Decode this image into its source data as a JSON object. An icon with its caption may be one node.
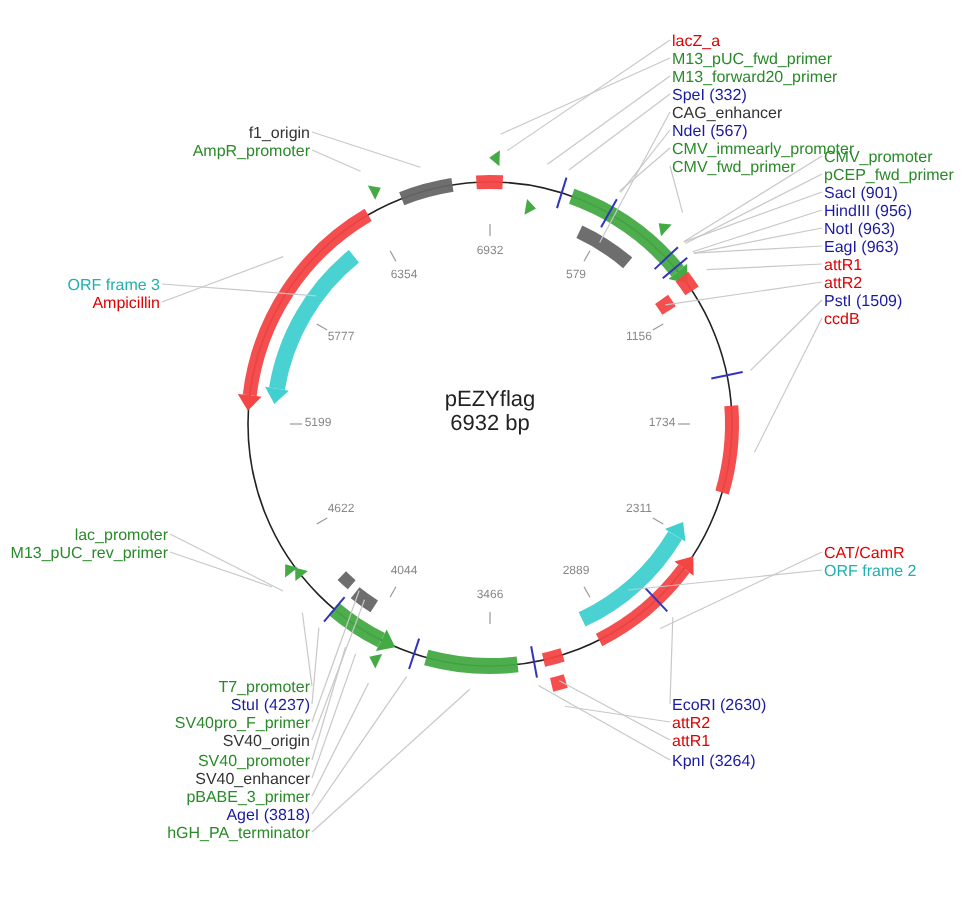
{
  "diagram": {
    "nodes": [
      {
        "text": [
          "lacZ_a"
        ]
      },
      {
        "text": [
          "M13_pUC_fwd_primer"
        ]
      },
      {
        "text": [
          "M13_forward20_primer"
        ]
      },
      {
        "text": [
          "SpeI (332)"
        ]
      },
      {
        "text": [
          "CAG_enhancer"
        ]
      },
      {
        "text": [
          "NdeI (567)"
        ]
      },
      {
        "text": [
          "CMV_immearly_promoter"
        ]
      },
      {
        "text": [
          "CMV_fwd_primer"
        ]
      },
      {
        "text": [
          "CMV_promoter"
        ]
      },
      {
        "text": [
          "pCEP_fwd_primer"
        ]
      },
      {
        "text": [
          "SacI (901)"
        ]
      },
      {
        "text": [
          "HindIII (956)"
        ]
      },
      {
        "text": [
          "NotI (963)"
        ]
      },
      {
        "text": [
          "EagI (963)"
        ]
      },
      {
        "text": [
          "attR1"
        ]
      },
      {
        "text": [
          "attR2"
        ]
      },
      {
        "text": [
          "PstI (1509)"
        ]
      },
      {
        "text": [
          "ccdB"
        ]
      },
      {
        "text": [
          "f1_origin"
        ]
      },
      {
        "text": [
          "AmpR_promoter"
        ]
      },
      {
        "text": [
          "ORF frame 3"
        ]
      },
      {
        "text": [
          "Ampicillin"
        ]
      },
      {
        "text": [
          "CAT/CamR"
        ]
      },
      {
        "text": [
          "ORF frame 2"
        ]
      },
      {
        "text": [
          "lac_promoter"
        ]
      },
      {
        "text": [
          "M13_pUC_rev_primer"
        ]
      },
      {
        "text": [
          "T7_promoter"
        ]
      },
      {
        "text": [
          "StuI (4237)"
        ]
      },
      {
        "text": [
          "SV40pro_F_primer"
        ]
      },
      {
        "text": [
          "SV40_origin"
        ]
      },
      {
        "text": [
          "SV40_promoter"
        ]
      },
      {
        "text": [
          "SV40_enhancer"
        ]
      },
      {
        "text": [
          "pBABE_3_primer"
        ]
      },
      {
        "text": [
          "AgeI (3818)"
        ]
      },
      {
        "text": [
          "hGH_PA_terminator"
        ]
      },
      {
        "text": [
          "EcoRI (2630)"
        ]
      },
      {
        "text": [
          "attR2"
        ]
      },
      {
        "text": [
          "attR1"
        ]
      },
      {
        "text": [
          "KpnI (3264)"
        ]
      }
    ],
    "edges": [
      {
        "from": 0,
        "to": null,
        "arrow": "none"
      },
      {
        "from": 1,
        "to": null,
        "arrow": "none"
      },
      {
        "from": 2,
        "to": null,
        "arrow": "none"
      },
      {
        "from": 3,
        "to": null,
        "arrow": "none"
      },
      {
        "from": 4,
        "to": null,
        "arrow": "none"
      },
      {
        "from": 5,
        "to": null,
        "arrow": "none"
      },
      {
        "from": 6,
        "to": null,
        "arrow": "none"
      },
      {
        "from": 7,
        "to": null,
        "arrow": "none"
      },
      {
        "from": 8,
        "to": null,
        "arrow": "none"
      },
      {
        "from": 9,
        "to": null,
        "arrow": "none"
      },
      {
        "from": 10,
        "to": null,
        "arrow": "none"
      },
      {
        "from": 11,
        "to": null,
        "arrow": "none"
      },
      {
        "from": 12,
        "to": null,
        "arrow": "none"
      },
      {
        "from": 13,
        "to": null,
        "arrow": "none"
      },
      {
        "from": 14,
        "to": null,
        "arrow": "none"
      },
      {
        "from": 15,
        "to": null,
        "arrow": "none"
      },
      {
        "from": 16,
        "to": null,
        "arrow": "none"
      },
      {
        "from": 17,
        "to": null,
        "arrow": "none"
      },
      {
        "from": 18,
        "to": null,
        "arrow": "none"
      },
      {
        "from": 19,
        "to": null,
        "arrow": "none"
      },
      {
        "from": 20,
        "to": null,
        "arrow": "none"
      },
      {
        "from": 21,
        "to": null,
        "arrow": "none"
      },
      {
        "from": 22,
        "to": null,
        "arrow": "none"
      },
      {
        "from": 23,
        "to": null,
        "arrow": "none"
      },
      {
        "from": 24,
        "to": null,
        "arrow": "none"
      },
      {
        "from": 25,
        "to": null,
        "arrow": "none"
      },
      {
        "from": 26,
        "to": null,
        "arrow": "none"
      },
      {
        "from": 27,
        "to": null,
        "arrow": "none"
      },
      {
        "from": 28,
        "to": null,
        "arrow": "none"
      },
      {
        "from": 29,
        "to": null,
        "arrow": "none"
      },
      {
        "from": 30,
        "to": null,
        "arrow": "none"
      },
      {
        "from": 31,
        "to": null,
        "arrow": "none"
      },
      {
        "from": 32,
        "to": null,
        "arrow": "none"
      },
      {
        "from": 33,
        "to": null,
        "arrow": "none"
      },
      {
        "from": 34,
        "to": null,
        "arrow": "none"
      },
      {
        "from": 35,
        "to": null,
        "arrow": "none"
      },
      {
        "from": 36,
        "to": null,
        "arrow": "none"
      },
      {
        "from": 37,
        "to": null,
        "arrow": "none"
      },
      {
        "from": 38,
        "to": null,
        "arrow": "none"
      }
    ],
    "labels": [
      "6932",
      "6354",
      "579",
      "5777",
      "1156",
      "pEZYflag",
      "6932 bp",
      "5199",
      "1734",
      "4622",
      "2311",
      "4044",
      "2889",
      "3466"
    ]
  }
}
